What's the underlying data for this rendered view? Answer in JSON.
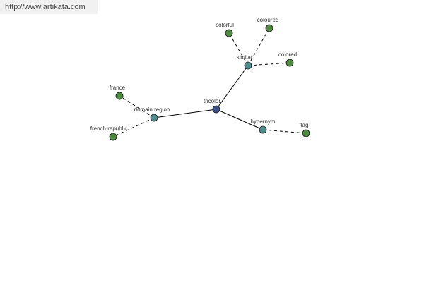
{
  "watermark": {
    "url": "http://www.artikata.com"
  },
  "colors": {
    "center": "#3b4f86",
    "category": "#4f8a8d",
    "leaf": "#4e8a3f",
    "edge": "#000000"
  },
  "graph": {
    "nodes": [
      {
        "id": "tricolor",
        "label": "tricolor",
        "kind": "center"
      },
      {
        "id": "similar",
        "label": "similar",
        "kind": "category"
      },
      {
        "id": "domain_region",
        "label": "domain region",
        "kind": "category"
      },
      {
        "id": "hypernym",
        "label": "hypernym",
        "kind": "category"
      },
      {
        "id": "colorful",
        "label": "colorful",
        "kind": "leaf"
      },
      {
        "id": "coloured",
        "label": "coloured",
        "kind": "leaf"
      },
      {
        "id": "colored",
        "label": "colored",
        "kind": "leaf"
      },
      {
        "id": "france",
        "label": "france",
        "kind": "leaf"
      },
      {
        "id": "french_republic",
        "label": "french republic",
        "kind": "leaf"
      },
      {
        "id": "flag",
        "label": "flag",
        "kind": "leaf"
      }
    ],
    "edges": [
      {
        "from": "tricolor",
        "to": "similar",
        "style": "solid"
      },
      {
        "from": "tricolor",
        "to": "domain_region",
        "style": "solid"
      },
      {
        "from": "tricolor",
        "to": "hypernym",
        "style": "solid"
      },
      {
        "from": "similar",
        "to": "colorful",
        "style": "dashed"
      },
      {
        "from": "similar",
        "to": "coloured",
        "style": "dashed"
      },
      {
        "from": "similar",
        "to": "colored",
        "style": "dashed"
      },
      {
        "from": "domain_region",
        "to": "france",
        "style": "dashed"
      },
      {
        "from": "domain_region",
        "to": "french_republic",
        "style": "dashed"
      },
      {
        "from": "hypernym",
        "to": "flag",
        "style": "dashed"
      }
    ]
  }
}
